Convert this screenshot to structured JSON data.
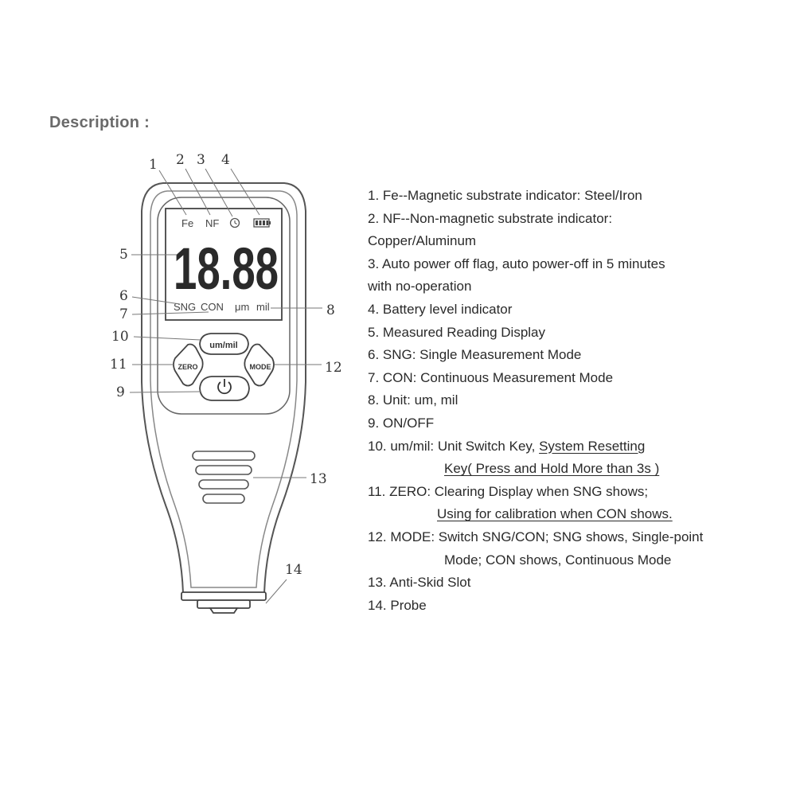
{
  "title": "Description :",
  "device": {
    "lcd": {
      "fe": "Fe",
      "nf": "NF",
      "digits": "18.88",
      "sng": "SNG",
      "con": "CON",
      "um": "μm",
      "mil": "mil"
    },
    "buttons": {
      "unit": "um/mil",
      "zero": "ZERO",
      "mode": "MODE"
    }
  },
  "callouts": [
    "1",
    "2",
    "3",
    "4",
    "5",
    "6",
    "7",
    "8",
    "9",
    "10",
    "11",
    "12",
    "13",
    "14"
  ],
  "description": {
    "l1": "1. Fe--Magnetic substrate indicator: Steel/Iron",
    "l2a": "2. NF--Non-magnetic substrate indicator:",
    "l2b": "Copper/Aluminum",
    "l3a": "3. Auto power off flag, auto power-off in 5 minutes",
    "l3b": "with no-operation",
    "l4": "4. Battery level indicator",
    "l5": "5. Measured Reading Display",
    "l6": "6. SNG: Single Measurement Mode",
    "l7": "7. CON: Continuous Measurement Mode",
    "l8": "8. Unit: um, mil",
    "l9": "9. ON/OFF",
    "l10a_prefix": "10. um/mil: Unit Switch Key, ",
    "l10a_ul": "System Resetting",
    "l10b": "Key( Press and Hold More than 3s )",
    "l11a": "11. ZERO: Clearing Display when SNG shows;",
    "l11b": "Using for calibration when CON shows.",
    "l12a": "12. MODE: Switch SNG/CON; SNG shows, Single-point",
    "l12b": "Mode; CON shows, Continuous Mode",
    "l13": "13. Anti-Skid Slot",
    "l14": "14. Probe"
  }
}
